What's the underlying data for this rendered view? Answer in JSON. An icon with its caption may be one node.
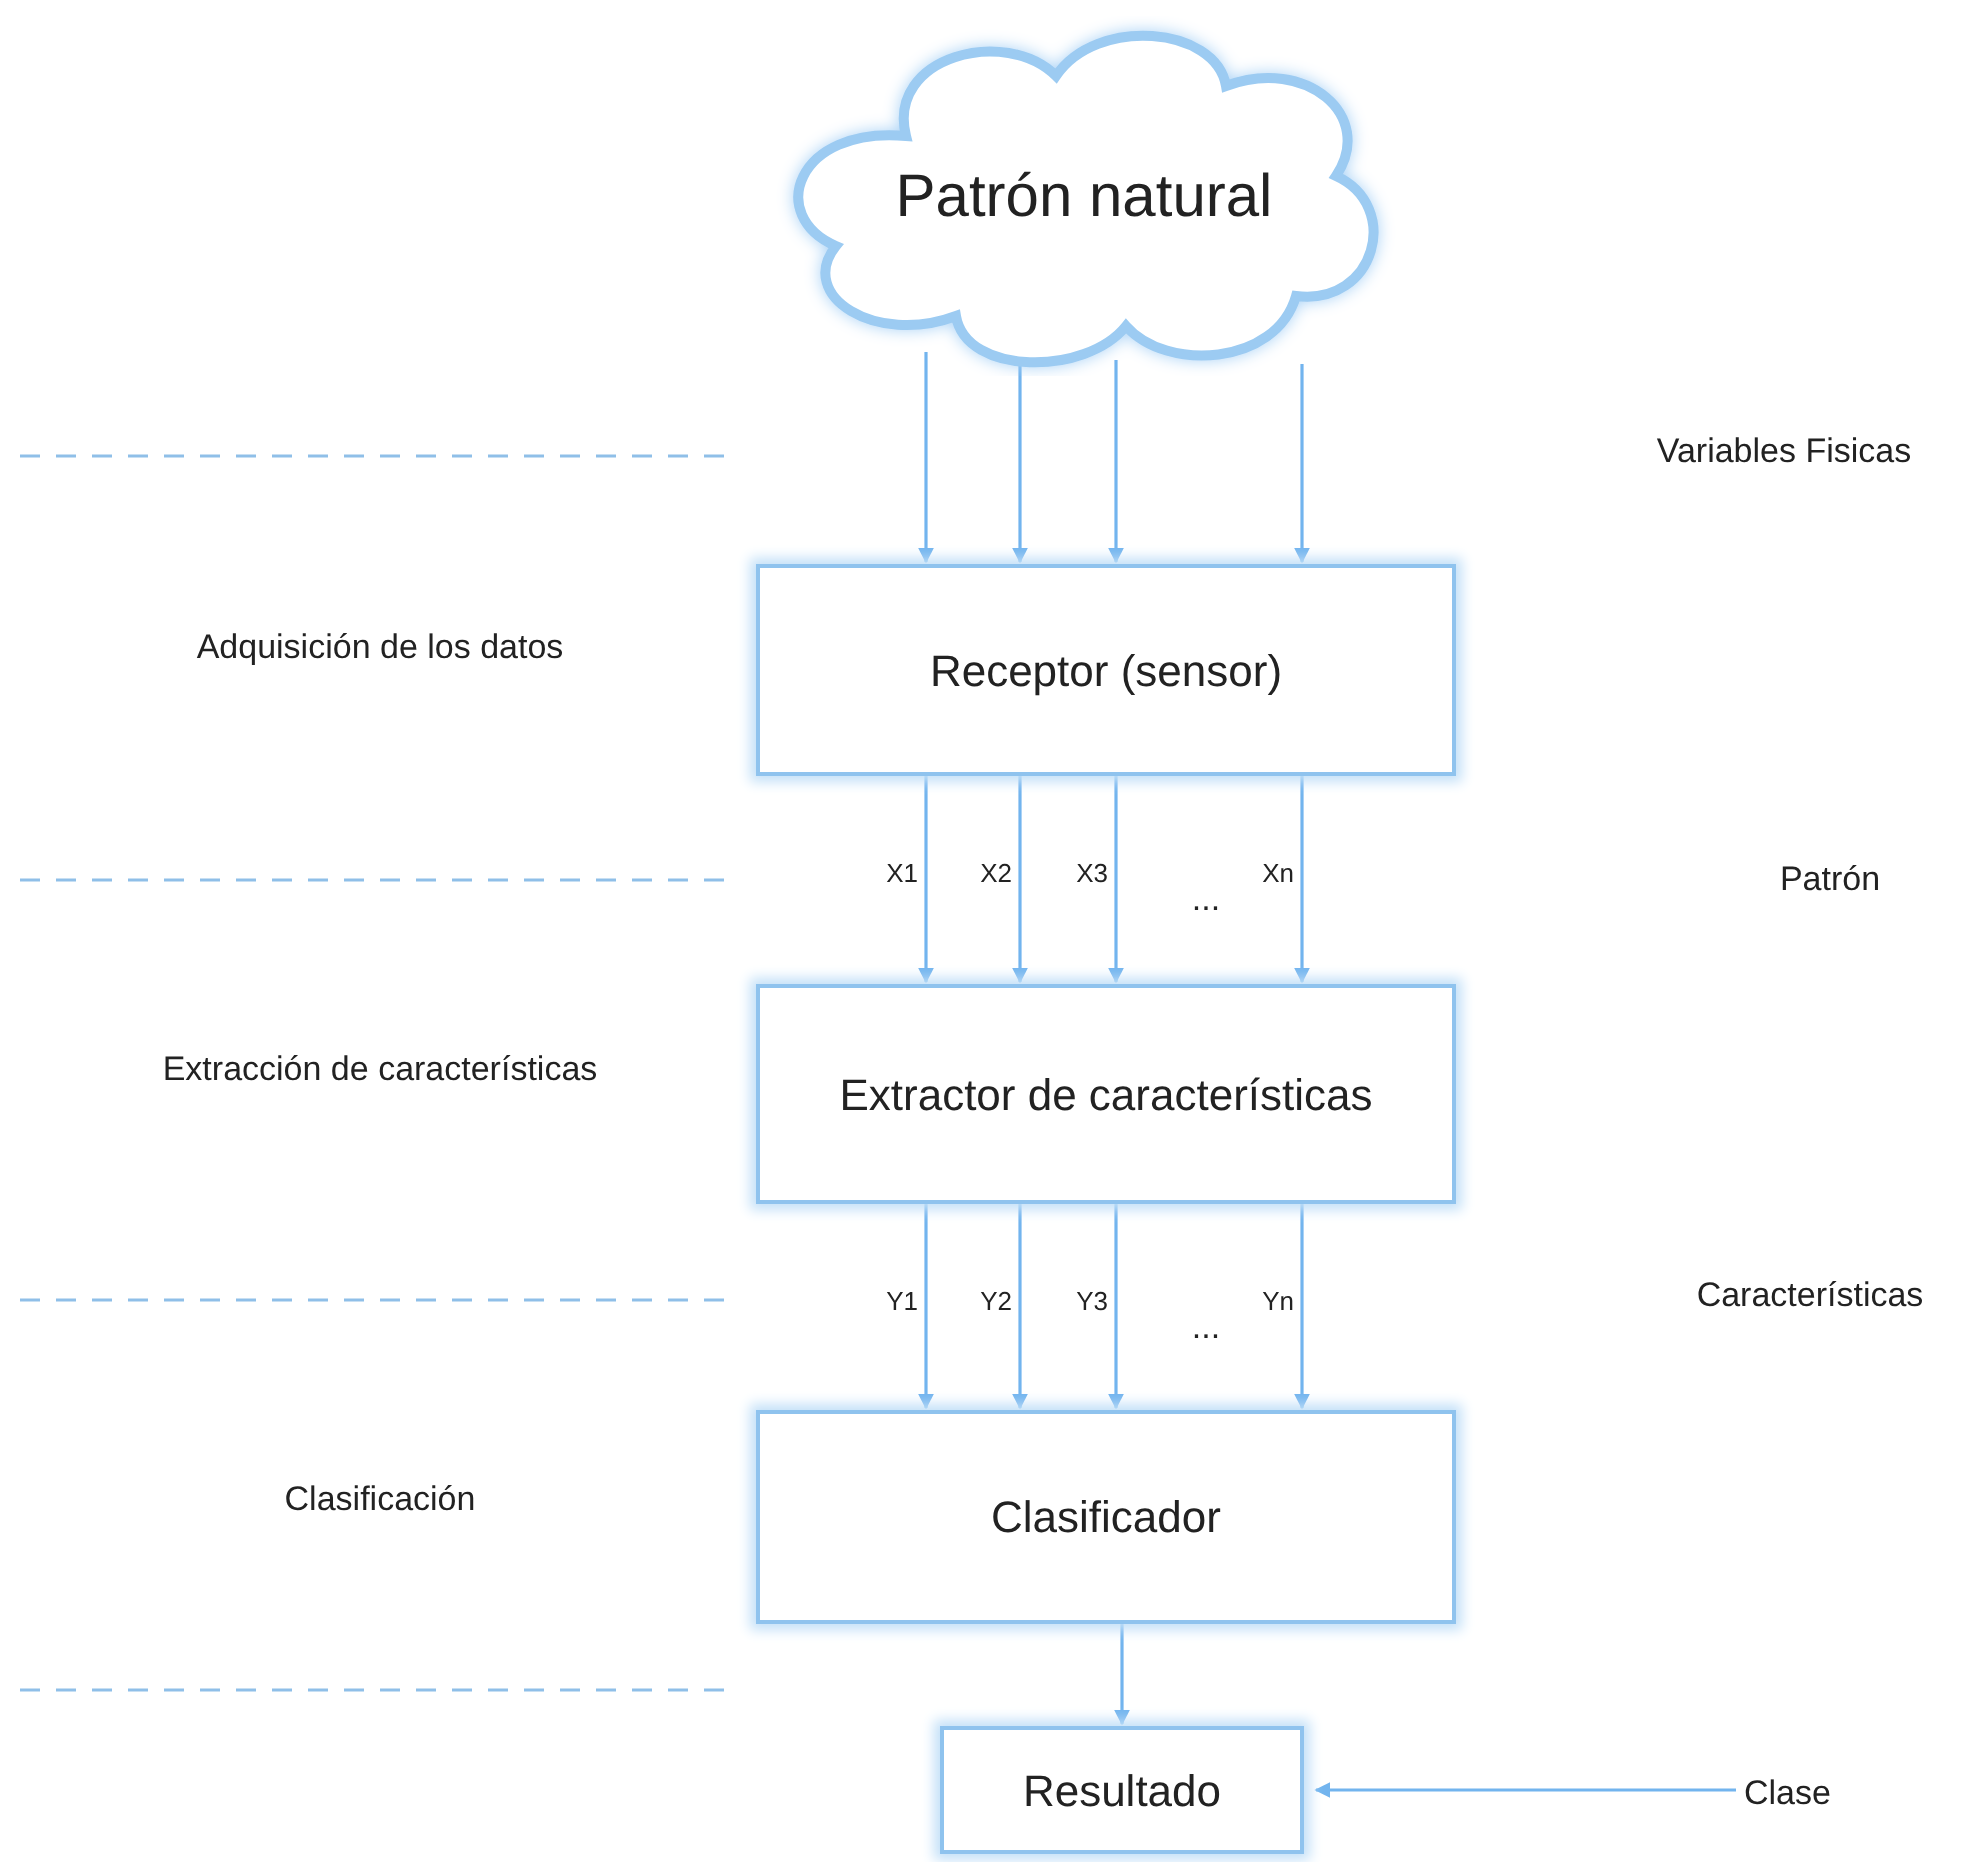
{
  "diagram": {
    "nodes": [
      {
        "text": [
          "Patrón natural"
        ]
      },
      {
        "text": [
          "Receptor (sensor)"
        ]
      },
      {
        "text": [
          "Extractor de características"
        ]
      },
      {
        "text": [
          "Clasificador"
        ]
      },
      {
        "text": [
          "Resultado"
        ]
      },
      {
        "text": [
          "Clase"
        ]
      }
    ],
    "edges": [
      {
        "from": 0,
        "to": 1,
        "arrow": "to"
      },
      {
        "from": 0,
        "to": 1,
        "arrow": "to"
      },
      {
        "from": 0,
        "to": 1,
        "arrow": "to"
      },
      {
        "from": 0,
        "to": 1,
        "arrow": "to"
      },
      {
        "from": 1,
        "to": 2,
        "arrow": "to",
        "label": "X1"
      },
      {
        "from": 1,
        "to": 2,
        "arrow": "to",
        "label": "X2"
      },
      {
        "from": 1,
        "to": 2,
        "arrow": "to",
        "label": "X3"
      },
      {
        "from": 1,
        "to": 2,
        "arrow": "to",
        "label": "Xn"
      },
      {
        "from": 2,
        "to": 3,
        "arrow": "to",
        "label": "Y1"
      },
      {
        "from": 2,
        "to": 3,
        "arrow": "to",
        "label": "Y2"
      },
      {
        "from": 2,
        "to": 3,
        "arrow": "to",
        "label": "Y3"
      },
      {
        "from": 2,
        "to": 3,
        "arrow": "to",
        "label": "Yn"
      },
      {
        "from": 3,
        "to": 4,
        "arrow": "to"
      },
      {
        "from": 5,
        "to": 4,
        "arrow": "to"
      }
    ],
    "labels": [
      "Variables Fisicas",
      "Adquisición de los datos",
      "Patrón",
      "...",
      "Extracción de características",
      "Características",
      "...",
      "Clasificación"
    ]
  }
}
